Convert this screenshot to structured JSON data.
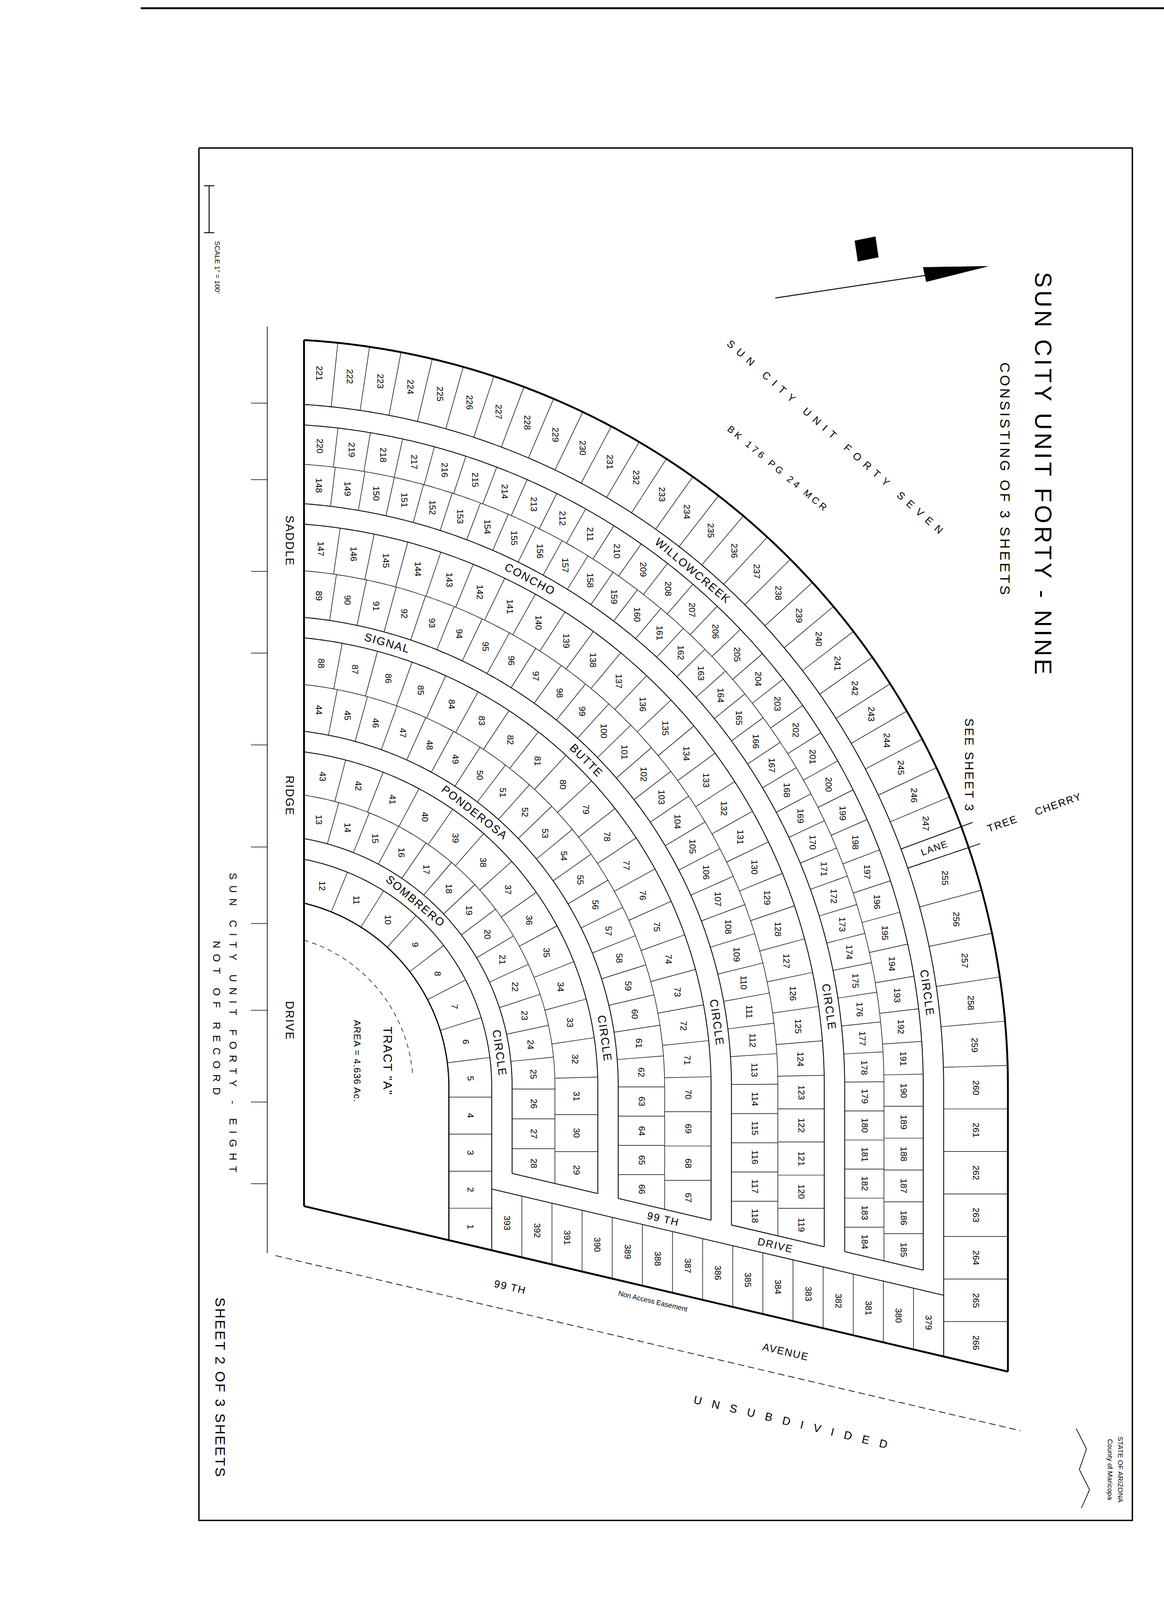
{
  "diagram": {
    "title": "SUN CITY UNIT FORTY - NINE",
    "labels": [
      "CONSISTING OF 3 SHEETS",
      "SEE SHEET 3",
      "SHEET 2 OF 3 SHEETS",
      "SUN CITY UNIT FORTY SEVEN",
      "BK 176 PG 24 MCR",
      "SUN CITY UNIT FORTY - EIGHT",
      "NOT OF RECORD",
      "UNSUBDIVIDED",
      "SADDLE",
      "RIDGE",
      "DRIVE",
      "WILLOWCREEK",
      "CIRCLE",
      "CONCHO",
      "CIRCLE",
      "SIGNAL",
      "BUTTE",
      "CIRCLE",
      "PONDEROSA",
      "CIRCLE",
      "SOMBRERO",
      "CIRCLE",
      "CHERRY",
      "TREE",
      "LANE",
      "99 TH",
      "DRIVE",
      "99 TH",
      "AVENUE",
      "TRACT \"A\"",
      "AREA = 4.636 Ac.",
      "SCALE 1\" = 100'",
      "Non Access Easement",
      "STATE OF ARIZONA",
      "County of Maricopa",
      "12",
      "11",
      "10",
      "9",
      "8",
      "7",
      "6",
      "5",
      "4",
      "3",
      "2",
      "1",
      "13",
      "14",
      "15",
      "16",
      "17",
      "18",
      "19",
      "20",
      "21",
      "22",
      "23",
      "24",
      "25",
      "26",
      "27",
      "28",
      "43",
      "42",
      "41",
      "40",
      "39",
      "38",
      "37",
      "36",
      "35",
      "34",
      "33",
      "32",
      "31",
      "30",
      "29",
      "44",
      "45",
      "46",
      "47",
      "48",
      "49",
      "50",
      "51",
      "52",
      "53",
      "54",
      "55",
      "56",
      "57",
      "58",
      "59",
      "60",
      "61",
      "62",
      "63",
      "64",
      "65",
      "66",
      "88",
      "87",
      "86",
      "85",
      "84",
      "83",
      "82",
      "81",
      "80",
      "79",
      "78",
      "77",
      "76",
      "75",
      "74",
      "73",
      "72",
      "71",
      "70",
      "69",
      "68",
      "67",
      "89",
      "90",
      "91",
      "92",
      "93",
      "94",
      "95",
      "96",
      "97",
      "98",
      "99",
      "100",
      "101",
      "102",
      "103",
      "104",
      "105",
      "106",
      "107",
      "108",
      "109",
      "110",
      "111",
      "112",
      "113",
      "114",
      "115",
      "116",
      "117",
      "118",
      "147",
      "146",
      "145",
      "144",
      "143",
      "142",
      "141",
      "140",
      "139",
      "138",
      "137",
      "136",
      "135",
      "134",
      "133",
      "132",
      "131",
      "130",
      "129",
      "128",
      "127",
      "126",
      "125",
      "124",
      "123",
      "122",
      "121",
      "120",
      "119",
      "148",
      "149",
      "150",
      "151",
      "152",
      "153",
      "154",
      "155",
      "156",
      "157",
      "158",
      "159",
      "160",
      "161",
      "162",
      "163",
      "164",
      "165",
      "166",
      "167",
      "168",
      "169",
      "170",
      "171",
      "172",
      "173",
      "174",
      "175",
      "176",
      "177",
      "178",
      "179",
      "180",
      "181",
      "182",
      "183",
      "184",
      "220",
      "219",
      "218",
      "217",
      "216",
      "215",
      "214",
      "213",
      "212",
      "211",
      "210",
      "209",
      "208",
      "207",
      "206",
      "205",
      "204",
      "203",
      "202",
      "201",
      "200",
      "199",
      "198",
      "197",
      "196",
      "195",
      "194",
      "193",
      "192",
      "191",
      "190",
      "189",
      "188",
      "187",
      "186",
      "185",
      "221",
      "222",
      "223",
      "224",
      "225",
      "226",
      "227",
      "228",
      "229",
      "230",
      "231",
      "232",
      "233",
      "234",
      "235",
      "236",
      "237",
      "238",
      "239",
      "240",
      "241",
      "242",
      "243",
      "244",
      "245",
      "246",
      "247",
      "255",
      "256",
      "257",
      "258",
      "259",
      "260",
      "261",
      "262",
      "263",
      "264",
      "265",
      "266",
      "393",
      "392",
      "391",
      "390",
      "389",
      "388",
      "387",
      "386",
      "385",
      "384",
      "383",
      "382",
      "381",
      "380",
      "379"
    ]
  }
}
